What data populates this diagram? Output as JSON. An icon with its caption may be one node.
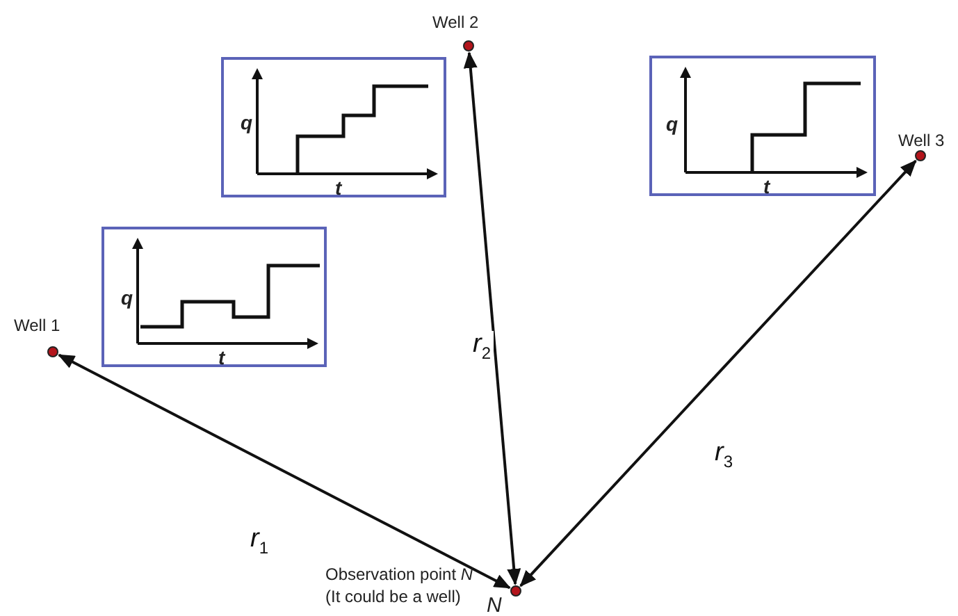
{
  "diagram": {
    "nodes": [
      {
        "text": [],
        "shape": "circle",
        "beside": [
          "Well 2"
        ]
      },
      {
        "text": [
          "q",
          "t"
        ]
      },
      {
        "text": [
          "q",
          "t"
        ]
      },
      {
        "text": [],
        "shape": "circle",
        "beside": [
          "Well 3"
        ]
      },
      {
        "text": [
          "q",
          "t"
        ]
      },
      {
        "text": [],
        "shape": "circle",
        "beside": [
          "Well 1"
        ]
      },
      {
        "text": [],
        "shape": "circle",
        "beside": [
          "Observation point *N* (It could be a well)",
          "N"
        ]
      }
    ],
    "edges": [
      {
        "from": 6,
        "to": 5,
        "arrow": "both",
        "label": "*r*$_{1}$"
      },
      {
        "from": 6,
        "to": 0,
        "arrow": "both",
        "label": "*r*$_{2}$"
      },
      {
        "from": 6,
        "to": 3,
        "arrow": "both",
        "label": "*r*$_{3}$"
      }
    ]
  }
}
